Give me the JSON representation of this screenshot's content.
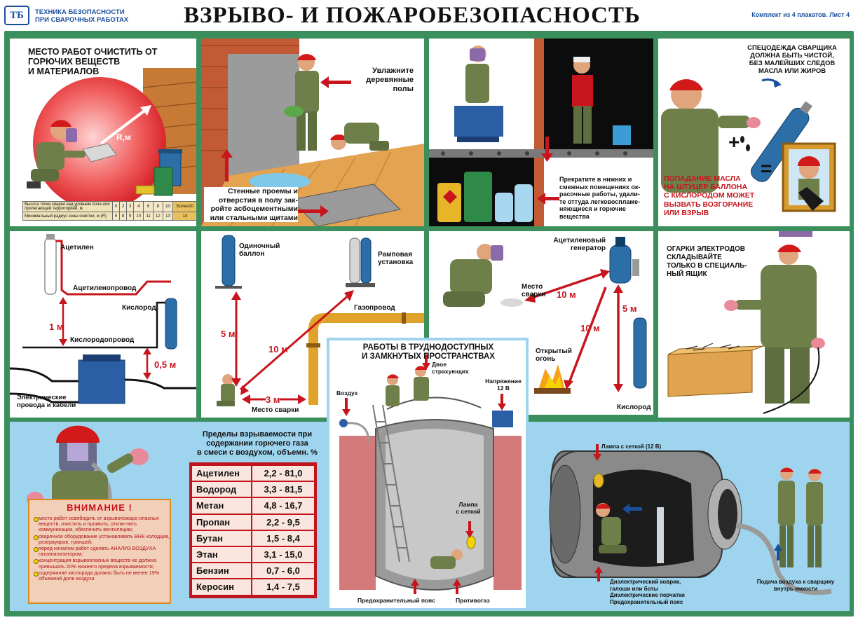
{
  "header": {
    "logo": "ТБ",
    "org_line1": "ТЕХНИКА БЕЗОПАСНОСТИ",
    "org_line2": "ПРИ СВАРОЧНЫХ РАБОТАХ",
    "title": "ВЗРЫВО-  И  ПОЖАРОБЕЗОПАСНОСТЬ",
    "kit": "Комплект из 4 плакатов.   Лист 4"
  },
  "panel1": {
    "heading_l1": "МЕСТО РАБОТ ОЧИСТИТЬ ОТ",
    "heading_l2": "ГОРЮЧИХ ВЕЩЕСТВ",
    "heading_l3": "И МАТЕРИАЛОВ",
    "radius_label": "R,м",
    "table_row1_label": "Высота точки сварки над уровнем пола или прилегающей территорией, м",
    "table_row1": [
      "0",
      "2",
      "3",
      "4",
      "6",
      "8",
      "10",
      "Более10"
    ],
    "table_row2_label": "Минимальный радиус зоны очистки, м (R)",
    "table_row2": [
      "5",
      "8",
      "9",
      "10",
      "11",
      "12",
      "13",
      "14"
    ]
  },
  "panel2": {
    "wet_l1": "Увлажните",
    "wet_l2": "деревянные",
    "wet_l3": "полы",
    "walls_l1": "Стенные проемы и",
    "walls_l2": "отверстия в полу зак-",
    "walls_l3": "ройте асбоцементными",
    "walls_l4": "или стальными щитами"
  },
  "panel3": {
    "stop_l1": "Прекратите в нижних и",
    "stop_l2": "смежных помещениях ок-",
    "stop_l3": "расочные работы, удали-",
    "stop_l4": "те оттуда легковоспламе-",
    "stop_l5": "няющиеся и горючие",
    "stop_l6": "вещества"
  },
  "panel4": {
    "clothes_l1": "СПЕЦОДЕЖДА СВАРЩИКА",
    "clothes_l2": "ДОЛЖНА БЫТЬ ЧИСТОЙ,",
    "clothes_l3": "БЕЗ МАЛЕЙШИХ СЛЕДОВ",
    "clothes_l4": "МАСЛА ИЛИ ЖИРОВ",
    "oil_l1": "ПОПАДАНИЕ МАСЛА",
    "oil_l2": "НА ШТУЦЕР БАЛЛОНА",
    "oil_l3": "С КИСЛОРОДОМ МОЖЕТ",
    "oil_l4": "ВЫЗВАТЬ ВОЗГОРАНИЕ",
    "oil_l5": "ИЛИ ВЗРЫВ",
    "plus": "+",
    "equals": "="
  },
  "panel5": {
    "acetylene": "Ацетилен",
    "acetylene_line": "Ацетиленопровод",
    "oxygen": "Кислород",
    "oxygen_line": "Кислородопровод",
    "dist_1m": "1 м",
    "dist_05m": "0,5 м",
    "cables_l1": "Электрические",
    "cables_l2": "провода и кабели"
  },
  "panel6": {
    "single_l1": "Одиночный",
    "single_l2": "баллон",
    "ramp_l1": "Рамповая",
    "ramp_l2": "установка",
    "gas_line": "Газопровод",
    "d5": "5 м",
    "d10": "10 м",
    "d3": "3 м",
    "place": "Место сварки"
  },
  "panel7": {
    "generator_l1": "Ацетиленовый",
    "generator_l2": "генератор",
    "place_l1": "Место",
    "place_l2": "сварки",
    "d10a": "10 м",
    "d10b": "10 м",
    "d5": "5 м",
    "fire_l1": "Открытый",
    "fire_l2": "огонь",
    "oxygen": "Кислород"
  },
  "panel8": {
    "stubs_l1": "ОГАРКИ ЭЛЕКТРОДОВ",
    "stubs_l2": "СКЛАДЫВАЙТЕ",
    "stubs_l3": "ТОЛЬКО В СПЕЦИАЛЬ-",
    "stubs_l4": "НЫЙ ЯЩИК"
  },
  "panel9": {
    "heading_l1": "РАБОТЫ В ТРУДНОДОСТУПНЫХ",
    "heading_l2": "И ЗАМКНУТЫХ  ПРОСТРАНСТВАХ",
    "two_l1": "Двое",
    "two_l2": "страхующих",
    "air": "Воздух",
    "voltage_l1": "Напряжение",
    "voltage_l2": "12 В",
    "lamp_l1": "Лампа",
    "lamp_l2": "с сеткой",
    "belt": "Предохранительный пояс",
    "gasmask": "Противогаз"
  },
  "bottom": {
    "limits_l1": "Пределы взрываемости при",
    "limits_l2": "содержании горючего газа",
    "limits_l3": "в смеси с воздухом, объемн. %",
    "gases": [
      {
        "name": "Ацетилен",
        "range": "2,2 - 81,0"
      },
      {
        "name": "Водород",
        "range": "3,3 - 81,5"
      },
      {
        "name": "Метан",
        "range": "4,8 - 16,7"
      },
      {
        "name": "Пропан",
        "range": "2,2 - 9,5"
      },
      {
        "name": "Бутан",
        "range": "1,5 - 8,4"
      },
      {
        "name": "Этан",
        "range": "3,1 - 15,0"
      },
      {
        "name": "Бензин",
        "range": "0,7 - 6,0"
      },
      {
        "name": "Керосин",
        "range": "1,4 - 7,5"
      }
    ],
    "attention_title": "ВНИМАНИЕ !",
    "attention_items": [
      "место работ освободить от взрывопожаро-опасных веществ, очистить и промыть, отклю-чить коммуникации, обеспечить вентиляцию;",
      "сварочное оборудование устанавливать ВНЕ колодцев, резервуаров, траншей;",
      "перед началом работ сделать АНАЛИЗ ВОЗДУХА газоанализатором;",
      "концентрация взрывоопасных веществ не должна превышать 20% нижнего предела взрываемости;",
      "содержание кислорода должно быть не менее 19% объемной доли воздуха"
    ],
    "lamp_label": "Лампа с сеткой (12 В)",
    "mat_l1": "Диэлектрический коврик,",
    "mat_l2": "галоши или боты",
    "mat_l3": "Диэлектрические перчатки",
    "mat_l4": "Предохранительный пояс",
    "supply_l1": "Подача воздуха к сварщику",
    "supply_l2": "внутрь емкости"
  },
  "colors": {
    "frame_green": "#3b8f5c",
    "arrow_red": "#c8141c",
    "title_blue": "#1a4f9c",
    "sky_blue": "#9fd4ee",
    "suit_green": "#6f7f4a"
  }
}
